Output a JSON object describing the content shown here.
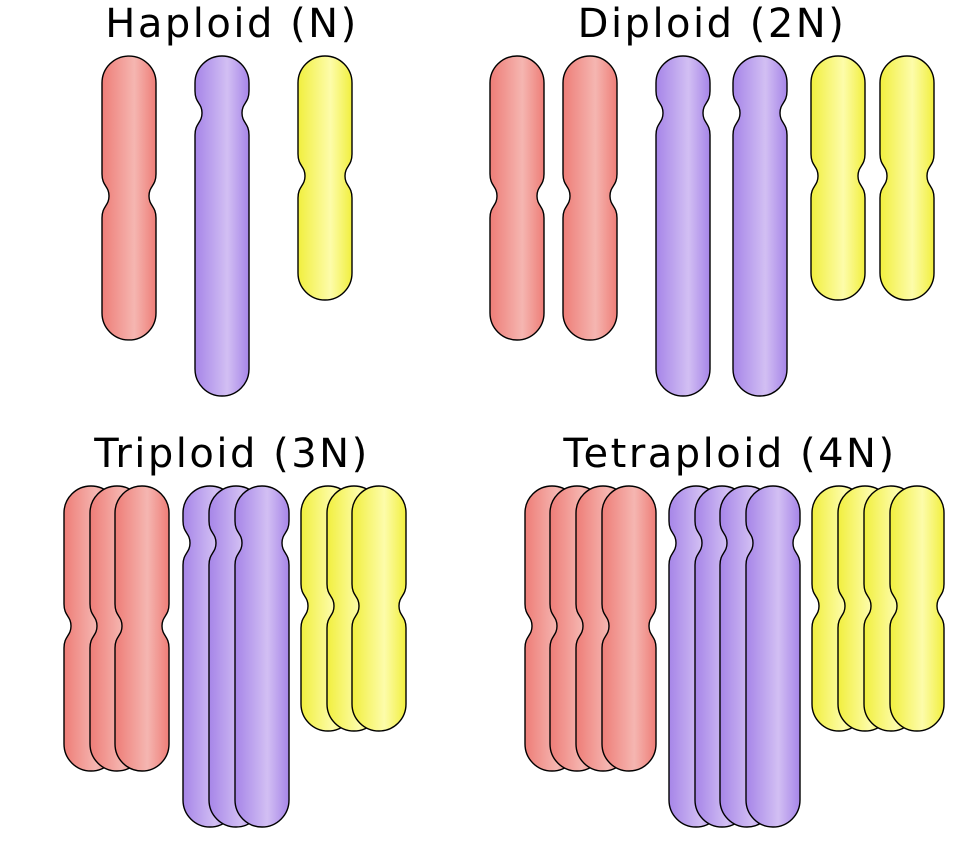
{
  "colors": {
    "red": {
      "edge": "#ee7d77",
      "mid": "#f5b6b1"
    },
    "purple": {
      "edge": "#a685e8",
      "mid": "#d2bff3"
    },
    "yellow": {
      "edge": "#f1ef3e",
      "mid": "#fdfcaa"
    },
    "outline": "#000000"
  },
  "panels": [
    {
      "title": "Haploid (N)",
      "copies": 1
    },
    {
      "title": "Diploid (2N)",
      "copies": 2
    },
    {
      "title": "Triploid (3N)",
      "copies": 3
    },
    {
      "title": "Tetraploid (4N)",
      "copies": 4
    }
  ],
  "chromosome_types": [
    {
      "name": "red",
      "color": "red"
    },
    {
      "name": "purple",
      "color": "purple"
    },
    {
      "name": "yellow",
      "color": "yellow"
    }
  ]
}
